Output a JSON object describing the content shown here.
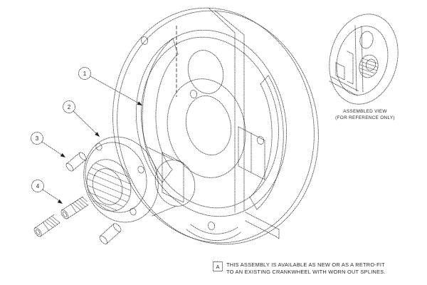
{
  "drawing": {
    "background_color": "#ffffff",
    "line_color": "#1f1f1f",
    "callouts": [
      {
        "number": "1"
      },
      {
        "number": "2"
      },
      {
        "number": "3"
      },
      {
        "number": "4"
      }
    ],
    "inset": {
      "caption_line1": "ASSEMBLED VIEW",
      "caption_line2": "(FOR REFERENCE ONLY)"
    },
    "note": {
      "marker": "A",
      "line1": "THIS ASSEMBLY IS AVAILABLE AS NEW OR AS A RETRO-FIT",
      "line2": "TO AN EXISTING CRANKWHEEL WITH WORN OUT SPLINES."
    }
  }
}
